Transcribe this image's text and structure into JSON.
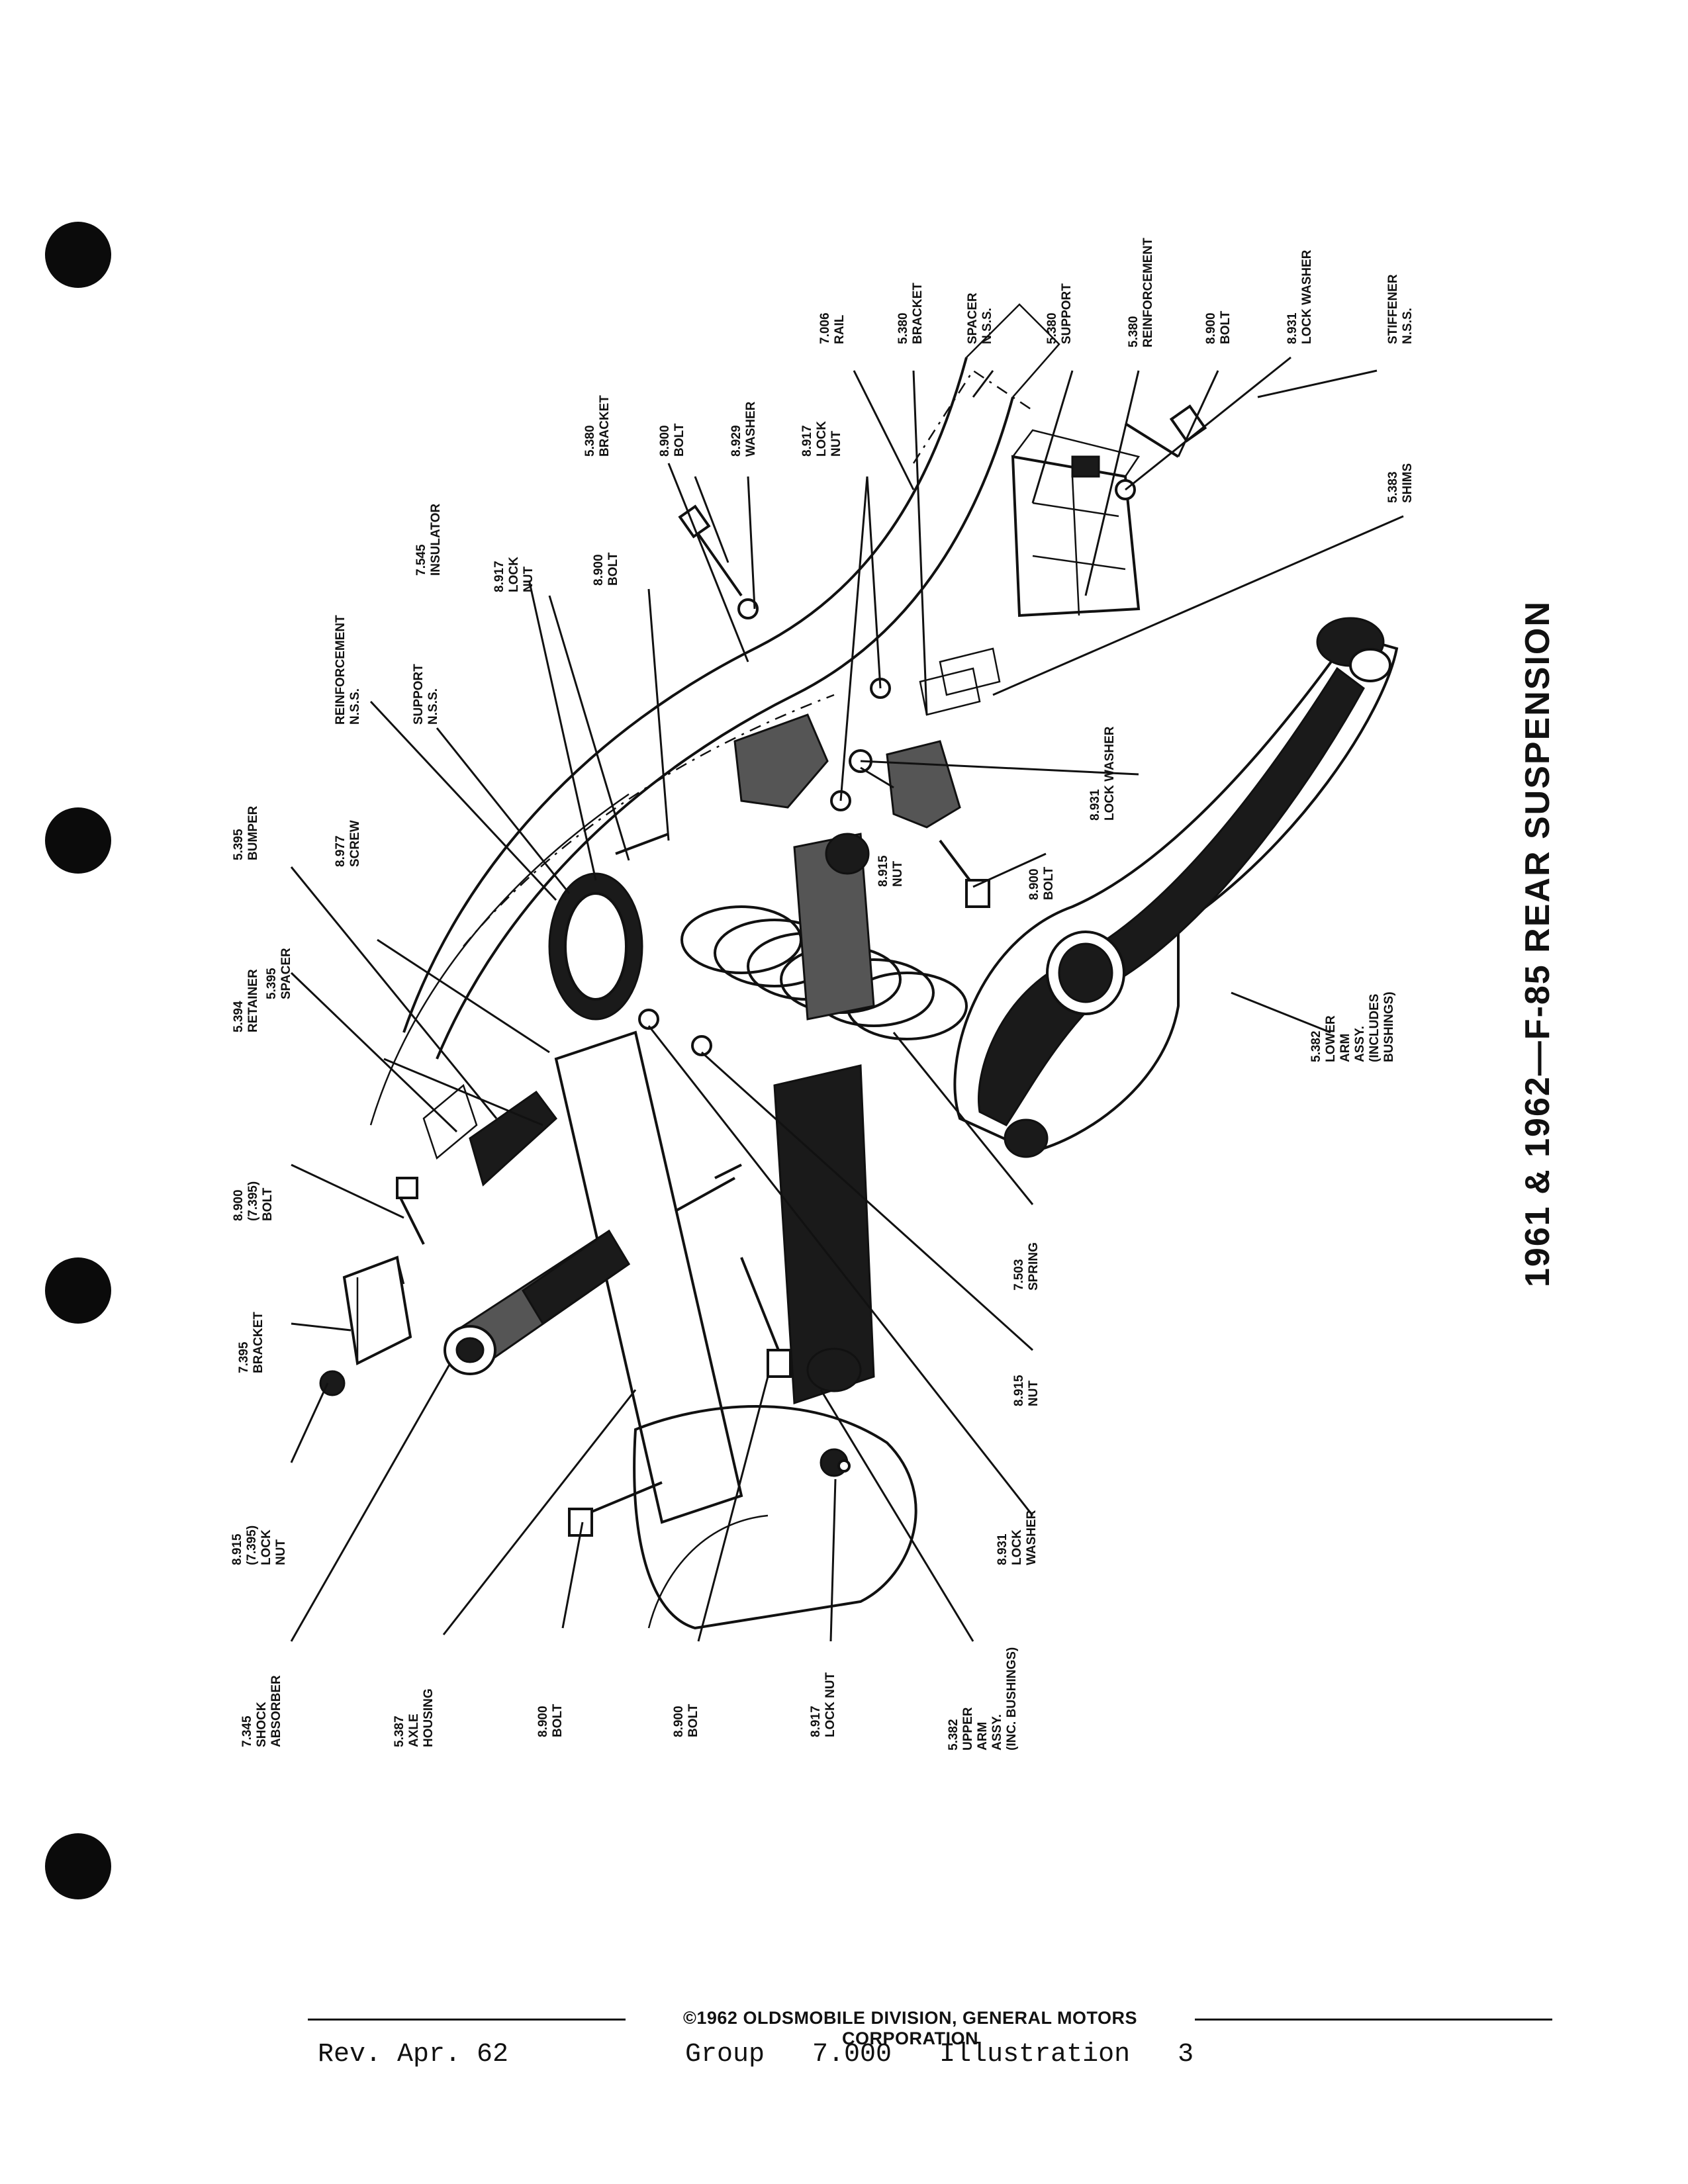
{
  "title": "1961 & 1962—F-85 REAR SUSPENSION",
  "callouts": [
    {
      "lines": [
        "7.345",
        "SHOCK",
        "ABSORBER"
      ]
    },
    {
      "lines": [
        "5.387",
        "AXLE",
        "HOUSING"
      ]
    },
    {
      "lines": [
        "8.900",
        "BOLT"
      ]
    },
    {
      "lines": [
        "8.900",
        "BOLT"
      ]
    },
    {
      "lines": [
        "8.917",
        "LOCK NUT"
      ]
    },
    {
      "lines": [
        "5.382",
        "UPPER",
        "ARM",
        "ASSY.",
        "(INC. BUSHINGS)"
      ]
    },
    {
      "lines": [
        "8.915",
        "(7.395)",
        "LOCK",
        "NUT"
      ]
    },
    {
      "lines": [
        "7.395",
        "BRACKET"
      ]
    },
    {
      "lines": [
        "8.900",
        "(7.395)",
        "BOLT"
      ]
    },
    {
      "lines": [
        "5.394",
        "RETAINER"
      ]
    },
    {
      "lines": [
        "5.395",
        "SPACER"
      ]
    },
    {
      "lines": [
        "5.395",
        "BUMPER"
      ]
    },
    {
      "lines": [
        "8.977",
        "SCREW"
      ]
    },
    {
      "lines": [
        "REINFORCEMENT",
        "N.S.S."
      ]
    },
    {
      "lines": [
        "SUPPORT",
        "N.S.S."
      ]
    },
    {
      "lines": [
        "7.545",
        "INSULATOR"
      ]
    },
    {
      "lines": [
        "8.917",
        "LOCK",
        "NUT"
      ]
    },
    {
      "lines": [
        "8.900",
        "BOLT"
      ]
    },
    {
      "lines": [
        "5.380",
        "BRACKET"
      ]
    },
    {
      "lines": [
        "8.900",
        "BOLT"
      ]
    },
    {
      "lines": [
        "8.929",
        "WASHER"
      ]
    },
    {
      "lines": [
        "8.917",
        "LOCK",
        "NUT"
      ]
    },
    {
      "lines": [
        "7.006",
        "RAIL"
      ]
    },
    {
      "lines": [
        "5.380",
        "BRACKET"
      ]
    },
    {
      "lines": [
        "SPACER",
        "N.S.S."
      ]
    },
    {
      "lines": [
        "5.380",
        "SUPPORT"
      ]
    },
    {
      "lines": [
        "5.380",
        "REINFORCEMENT"
      ]
    },
    {
      "lines": [
        "8.900",
        "BOLT"
      ]
    },
    {
      "lines": [
        "8.931",
        "LOCK WASHER"
      ]
    },
    {
      "lines": [
        "STIFFENER",
        "N.S.S."
      ]
    },
    {
      "lines": [
        "5.383",
        "SHIMS"
      ]
    },
    {
      "lines": [
        "8.931",
        "LOCK WASHER"
      ]
    },
    {
      "lines": [
        "8.915",
        "NUT"
      ]
    },
    {
      "lines": [
        "8.900",
        "BOLT"
      ]
    },
    {
      "lines": [
        "5.382",
        "LOWER",
        "ARM",
        "ASSY.",
        "(INCLUDES",
        "BUSHINGS)"
      ]
    },
    {
      "lines": [
        "7.503",
        "SPRING"
      ]
    },
    {
      "lines": [
        "8.915",
        "NUT"
      ]
    },
    {
      "lines": [
        "8.931",
        "LOCK",
        "WASHER"
      ]
    }
  ],
  "footer": {
    "copyright": "©1962 OLDSMOBILE DIVISION, GENERAL MOTORS CORPORATION",
    "revision": "Rev. Apr. 62",
    "reference": "Group   7.000   Illustration   3"
  }
}
